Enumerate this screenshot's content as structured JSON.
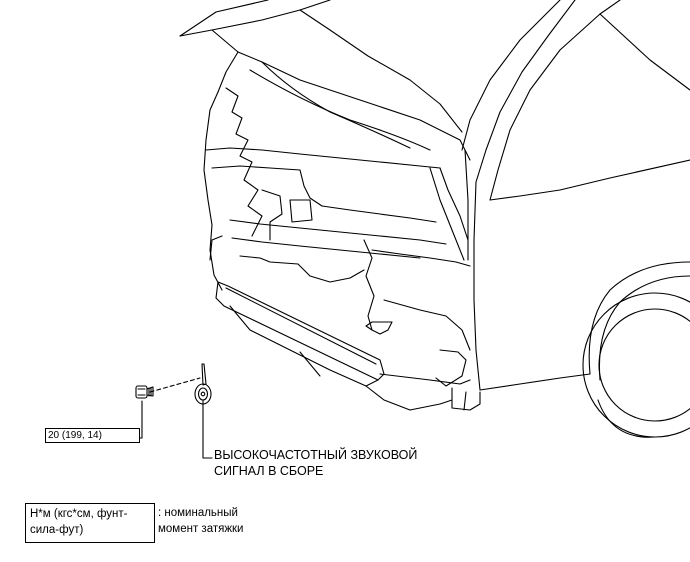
{
  "callouts": {
    "torque_value": "20 (199, 14)",
    "part_line1": "ВЫСОКОЧАСТОТНЫЙ ЗВУКОВОЙ",
    "part_line2": "СИГНАЛ В СБОРЕ"
  },
  "legend": {
    "units_line1": "Н*м (кгс*см, фунт-",
    "units_line2": "сила-фут)",
    "desc_line1": ": номинальный",
    "desc_line2": "момент затяжки"
  },
  "icons": {
    "bolt": "bolt-icon",
    "horn": "horn-icon"
  },
  "colors": {
    "ink": "#000000",
    "background": "#ffffff"
  }
}
